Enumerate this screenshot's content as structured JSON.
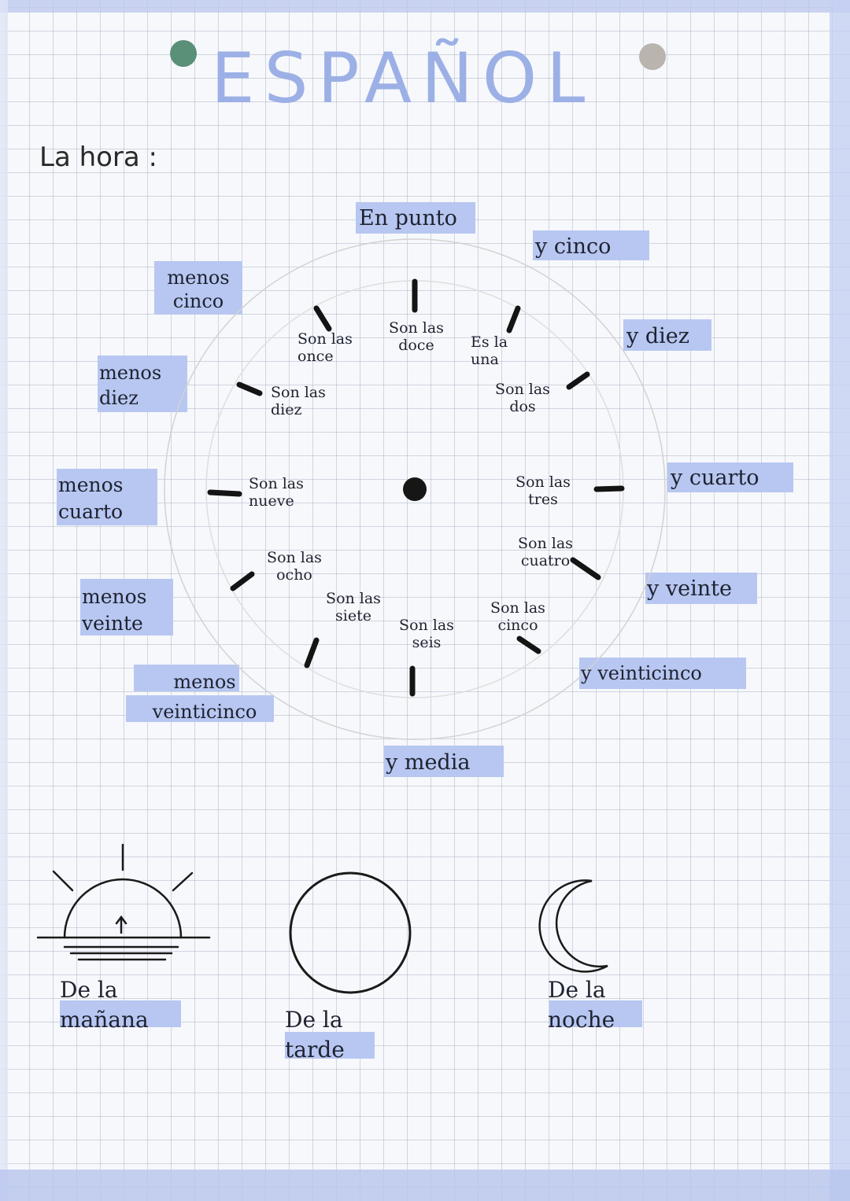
{
  "title": "ESPAÑOL",
  "subtitle": "La hora :",
  "clock": {
    "hours": [
      [
        "Son las",
        "doce"
      ],
      [
        "Es la",
        "una"
      ],
      [
        "Son las",
        "dos"
      ],
      [
        "Son las",
        "tres"
      ],
      [
        "Son las",
        "cuatro"
      ],
      [
        "Son las",
        "cinco"
      ],
      [
        "Son las",
        "seis"
      ],
      [
        "Son las",
        "siete"
      ],
      [
        "Son las",
        "ocho"
      ],
      [
        "Son las",
        "nueve"
      ],
      [
        "Son las",
        "diez"
      ],
      [
        "Son las",
        "once"
      ]
    ],
    "minutes_right": [
      "En punto",
      "y cinco",
      "y diez",
      "y cuarto",
      "y veinte",
      "y veinticinco",
      "y media"
    ],
    "minutes_left": [
      "menos cinco",
      "menos diez",
      "menos cuarto",
      "menos veinte",
      "menos veinticinco"
    ]
  },
  "day_parts": [
    {
      "label": "De la mañana",
      "icon": "sunrise-icon"
    },
    {
      "label": "De la tarde",
      "icon": "sun-icon"
    },
    {
      "label": "De la noche",
      "icon": "moon-icon"
    }
  ],
  "colors": {
    "highlight": "#b7c7f1",
    "title": "#9cb0e6",
    "ink": "#1f2230",
    "pin_green": "#5a8f78",
    "pin_grey": "#b9b5ae"
  }
}
